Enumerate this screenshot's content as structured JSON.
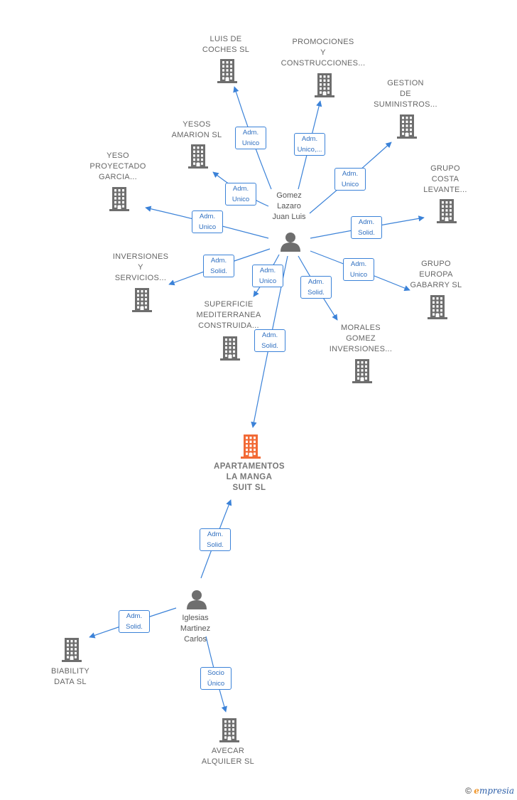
{
  "nodes": [
    {
      "id": "luis_coches",
      "type": "company",
      "label": "LUIS DE\nCOCHES SL"
    },
    {
      "id": "promociones",
      "type": "company",
      "label": "PROMOCIONES\nY\nCONSTRUCCIONES..."
    },
    {
      "id": "gestion",
      "type": "company",
      "label": "GESTION\nDE\nSUMINISTROS..."
    },
    {
      "id": "yesos_amarion",
      "type": "company",
      "label": "YESOS\nAMARION SL"
    },
    {
      "id": "yeso_proyectado",
      "type": "company",
      "label": "YESO\nPROYECTADO\nGARCIA..."
    },
    {
      "id": "grupo_costa",
      "type": "company",
      "label": "GRUPO\nCOSTA\nLEVANTE..."
    },
    {
      "id": "inversiones_servicios",
      "type": "company",
      "label": "INVERSIONES\nY\nSERVICIOS..."
    },
    {
      "id": "grupo_europa",
      "type": "company",
      "label": "GRUPO\nEUROPA\nGABARRY SL"
    },
    {
      "id": "superficie",
      "type": "company",
      "label": "SUPERFICIE\nMEDITERRANEA\nCONSTRUIDA..."
    },
    {
      "id": "morales",
      "type": "company",
      "label": "MORALES\nGOMEZ\nINVERSIONES..."
    },
    {
      "id": "apartamentos",
      "type": "focus",
      "label": "APARTAMENTOS\nLA MANGA\nSUIT SL"
    },
    {
      "id": "biability",
      "type": "company",
      "label": "BIABILITY\nDATA SL"
    },
    {
      "id": "avecar",
      "type": "company",
      "label": "AVECAR\nALQUILER SL"
    },
    {
      "id": "gomez",
      "type": "person",
      "label": "Gomez\nLazaro\nJuan Luis"
    },
    {
      "id": "iglesias",
      "type": "person",
      "label": "Iglesias\nMartinez\nCarlos"
    }
  ],
  "edges": [
    {
      "from": "gomez",
      "to": "luis_coches",
      "label": "Adm.\nUnico"
    },
    {
      "from": "gomez",
      "to": "promociones",
      "label": "Adm.\nUnico,..."
    },
    {
      "from": "gomez",
      "to": "gestion",
      "label": "Adm.\nUnico"
    },
    {
      "from": "gomez",
      "to": "yesos_amarion",
      "label": "Adm.\nUnico"
    },
    {
      "from": "gomez",
      "to": "yeso_proyectado",
      "label": "Adm.\nUnico"
    },
    {
      "from": "gomez",
      "to": "grupo_costa",
      "label": "Adm.\nSolid."
    },
    {
      "from": "gomez",
      "to": "inversiones_servicios",
      "label": "Adm.\nSolid."
    },
    {
      "from": "gomez",
      "to": "grupo_europa",
      "label": "Adm.\nUnico"
    },
    {
      "from": "gomez",
      "to": "superficie",
      "label": "Adm.\nUnico"
    },
    {
      "from": "gomez",
      "to": "morales",
      "label": "Adm.\nSolid."
    },
    {
      "from": "gomez",
      "to": "apartamentos",
      "label": "Adm.\nSolid."
    },
    {
      "from": "iglesias",
      "to": "apartamentos",
      "label": "Adm.\nSolid."
    },
    {
      "from": "iglesias",
      "to": "biability",
      "label": "Adm.\nSolid."
    },
    {
      "from": "iglesias",
      "to": "avecar",
      "label": "Socio\nÚnico"
    }
  ],
  "colors": {
    "company_icon": "#6e6e6e",
    "focus_icon": "#f26a36",
    "person_icon": "#6e6e6e",
    "edge": "#3b82d8",
    "edge_label_text": "#2f6fc0"
  },
  "footer": {
    "symbol": "©",
    "brand_initial": "e",
    "brand_rest": "mpresia"
  }
}
